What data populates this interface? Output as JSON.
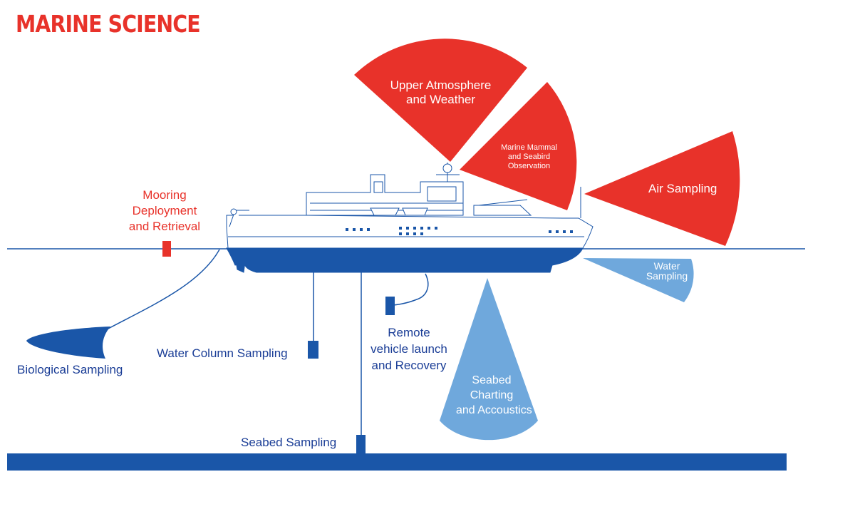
{
  "title": "MARINE SCIENCE",
  "colors": {
    "red": "#e8322a",
    "navy": "#1a56a8",
    "light_blue": "#6fa8dc",
    "text_navy": "#1a3d96"
  },
  "labels": {
    "upper_atmosphere": "Upper Atmosphere\nand Weather",
    "marine_mammal": "Marine Mammal\nand Seabird\nObservation",
    "air_sampling": "Air Sampling",
    "water_sampling": "Water\nSampling",
    "seabed_charting": "Seabed\nCharting\nand Accoustics",
    "mooring": "Mooring\nDeployment\nand Retrieval",
    "biological_sampling": "Biological Sampling",
    "water_column_sampling": "Water Column Sampling",
    "remote_vehicle": "Remote\nvehicle launch\nand Recovery",
    "seabed_sampling": "Seabed Sampling"
  }
}
